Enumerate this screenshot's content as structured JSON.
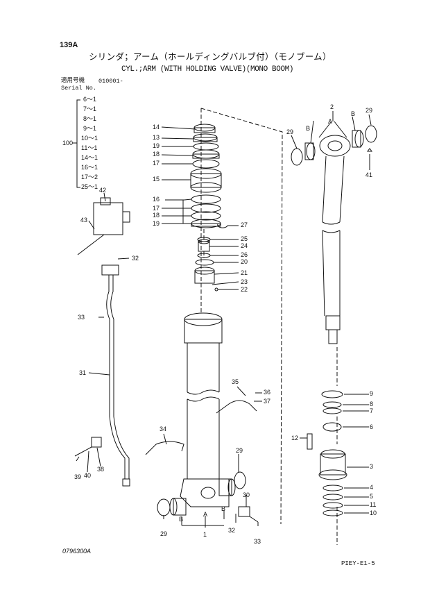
{
  "page": {
    "page_number": "139A",
    "title_jp": "シリンダ；アーム（ホールディングバルブ付）（モノブーム）",
    "title_en": "CYL.;ARM (WITH HOLDING VALVE)(MONO BOOM)",
    "serial_label_jp": "適用号機",
    "serial_value": "010001-",
    "serial_label_en": "Serial No.",
    "figure_code": "0796300A",
    "drawing_ref": "PIEY-E1-5"
  },
  "kit": {
    "label": "100",
    "items": [
      "6～1",
      "7～1",
      "8～1",
      "9～1",
      "10～1",
      "11～1",
      "14～1",
      "16～1",
      "17～2",
      "25～1"
    ]
  },
  "callouts": [
    {
      "id": "c14",
      "text": "14"
    },
    {
      "id": "c13",
      "text": "13"
    },
    {
      "id": "c19a",
      "text": "19"
    },
    {
      "id": "c18a",
      "text": "18"
    },
    {
      "id": "c17a",
      "text": "17"
    },
    {
      "id": "c15",
      "text": "15"
    },
    {
      "id": "c16",
      "text": "16"
    },
    {
      "id": "c17b",
      "text": "17"
    },
    {
      "id": "c18b",
      "text": "18"
    },
    {
      "id": "c19b",
      "text": "19"
    },
    {
      "id": "c27",
      "text": "27"
    },
    {
      "id": "c25",
      "text": "25"
    },
    {
      "id": "c24",
      "text": "24"
    },
    {
      "id": "c26",
      "text": "26"
    },
    {
      "id": "c20",
      "text": "20"
    },
    {
      "id": "c21",
      "text": "21"
    },
    {
      "id": "c23",
      "text": "23"
    },
    {
      "id": "c22",
      "text": "22"
    },
    {
      "id": "c42",
      "text": "42"
    },
    {
      "id": "c43",
      "text": "43"
    },
    {
      "id": "c32a",
      "text": "32"
    },
    {
      "id": "c33a",
      "text": "33"
    },
    {
      "id": "c31",
      "text": "31"
    },
    {
      "id": "c35",
      "text": "35"
    },
    {
      "id": "c36",
      "text": "36"
    },
    {
      "id": "c37",
      "text": "37"
    },
    {
      "id": "c34",
      "text": "34"
    },
    {
      "id": "c39",
      "text": "39"
    },
    {
      "id": "c40",
      "text": "40"
    },
    {
      "id": "c38",
      "text": "38"
    },
    {
      "id": "c29a",
      "text": "29"
    },
    {
      "id": "c30",
      "text": "30"
    },
    {
      "id": "c29b",
      "text": "29"
    },
    {
      "id": "cB1",
      "text": "B"
    },
    {
      "id": "cA1",
      "text": "A"
    },
    {
      "id": "cB2",
      "text": "B"
    },
    {
      "id": "c1",
      "text": "1"
    },
    {
      "id": "c32b",
      "text": "32"
    },
    {
      "id": "c33b",
      "text": "33"
    },
    {
      "id": "c2",
      "text": "2"
    },
    {
      "id": "cB3",
      "text": "B"
    },
    {
      "id": "cA2",
      "text": "A"
    },
    {
      "id": "cB4",
      "text": "B"
    },
    {
      "id": "c29c",
      "text": "29"
    },
    {
      "id": "c29d",
      "text": "29"
    },
    {
      "id": "c41",
      "text": "41"
    },
    {
      "id": "c9",
      "text": "9"
    },
    {
      "id": "c8",
      "text": "8"
    },
    {
      "id": "c7",
      "text": "7"
    },
    {
      "id": "c6",
      "text": "6"
    },
    {
      "id": "c12",
      "text": "12"
    },
    {
      "id": "c3",
      "text": "3"
    },
    {
      "id": "c4",
      "text": "4"
    },
    {
      "id": "c5",
      "text": "5"
    },
    {
      "id": "c11",
      "text": "11"
    },
    {
      "id": "c10",
      "text": "10"
    }
  ]
}
